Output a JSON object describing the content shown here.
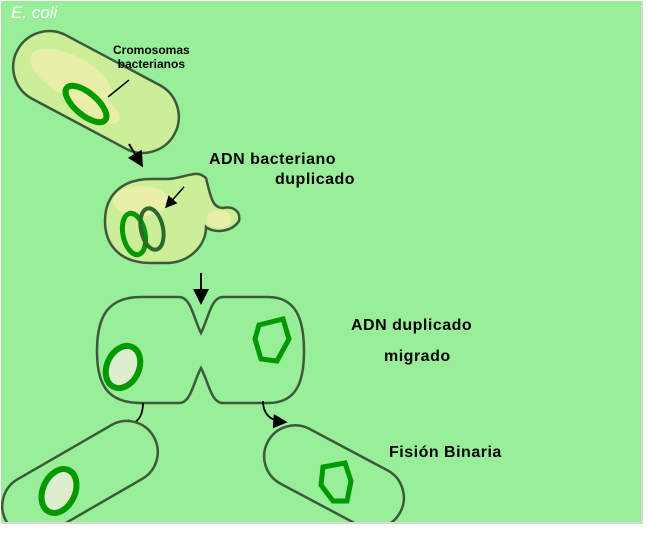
{
  "figure": {
    "title": "E. coli",
    "labels": {
      "chromosomes_line1": "Cromosomas",
      "chromosomes_line2": "bacterianos",
      "dna_dup_line1": "ADN bacteriano",
      "dna_dup_line2": "duplicado",
      "migrated_line1": "ADN duplicado",
      "migrated_line2": "migrado",
      "fission": "Fisión Binaria"
    },
    "colors": {
      "background": "#99ee99",
      "cytoplasm": "#ffff99",
      "chromosome": "#009900",
      "outline": "#3a5a3a"
    }
  }
}
